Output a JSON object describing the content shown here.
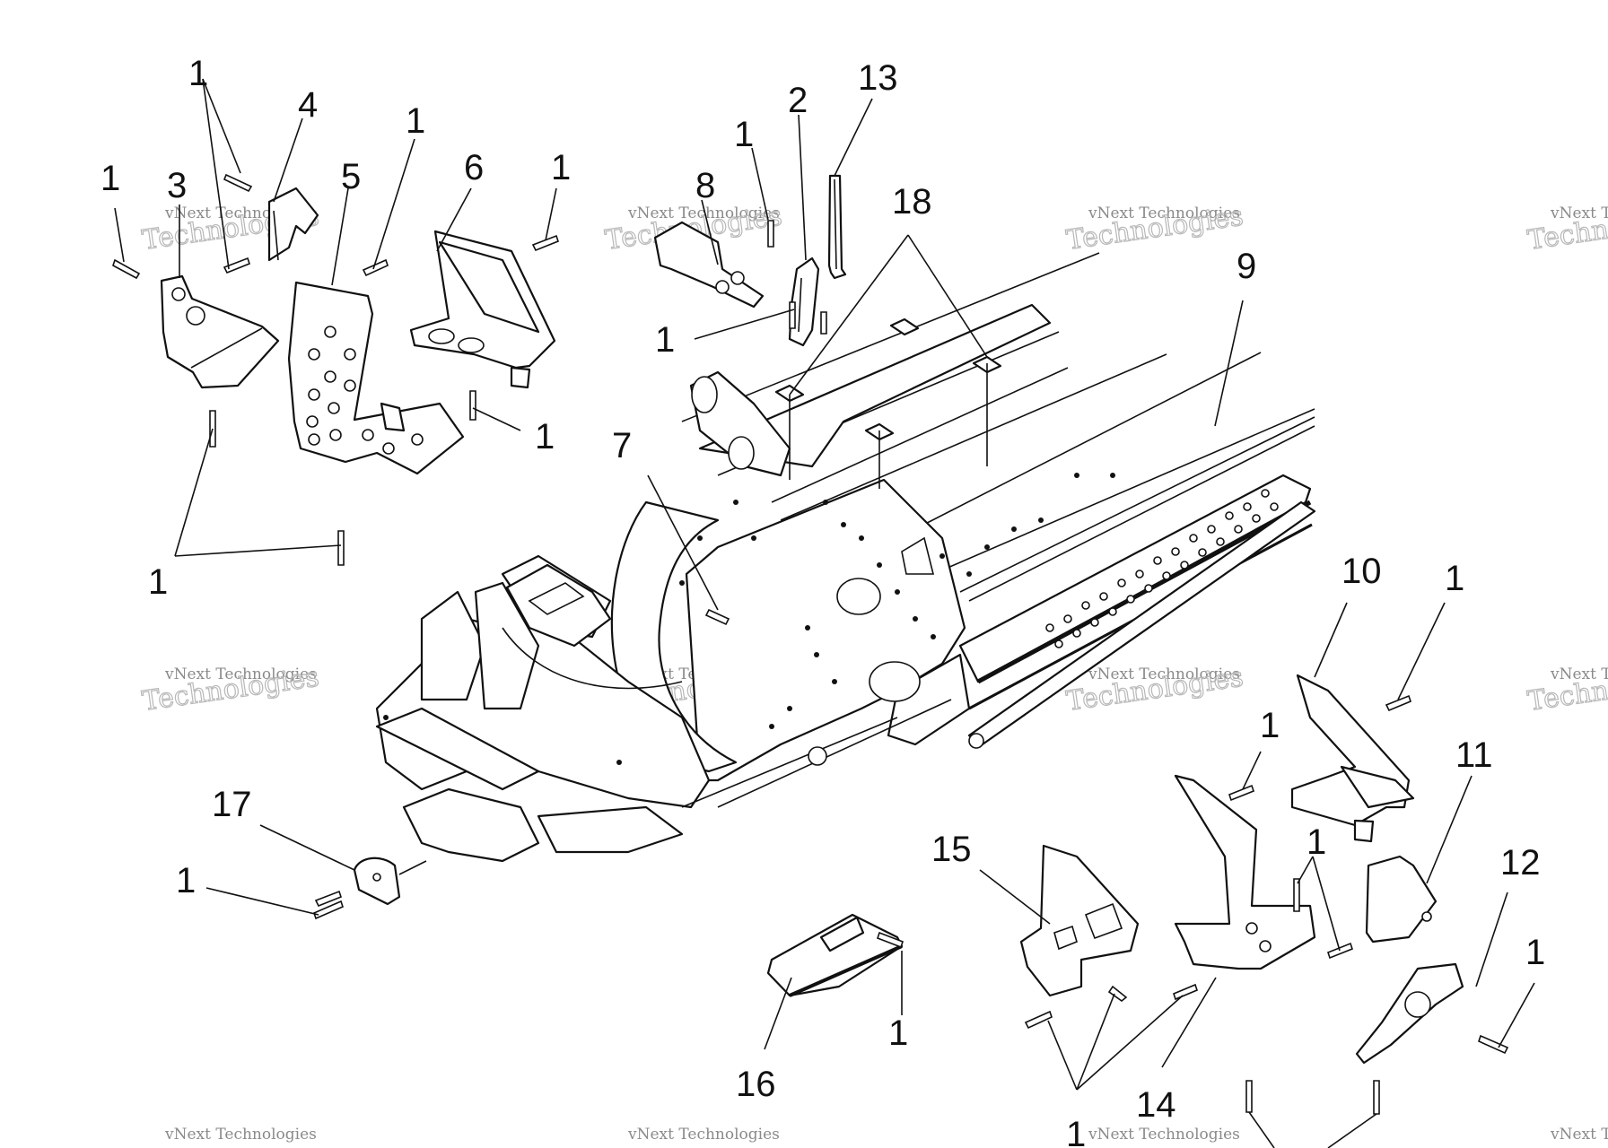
{
  "watermark": {
    "line1": "vNext Technologies",
    "line2": "Technologies"
  },
  "callouts": [
    {
      "id": "c-1-a",
      "text": "1"
    },
    {
      "id": "c-1-b",
      "text": "1"
    },
    {
      "id": "c-3",
      "text": "3"
    },
    {
      "id": "c-4",
      "text": "4"
    },
    {
      "id": "c-5",
      "text": "5"
    },
    {
      "id": "c-1-c",
      "text": "1"
    },
    {
      "id": "c-6",
      "text": "6"
    },
    {
      "id": "c-1-d",
      "text": "1"
    },
    {
      "id": "c-1-e",
      "text": "1"
    },
    {
      "id": "c-1-f",
      "text": "1"
    },
    {
      "id": "c-8",
      "text": "8"
    },
    {
      "id": "c-1-g",
      "text": "1"
    },
    {
      "id": "c-2",
      "text": "2"
    },
    {
      "id": "c-13",
      "text": "13"
    },
    {
      "id": "c-18",
      "text": "18"
    },
    {
      "id": "c-1-h",
      "text": "1"
    },
    {
      "id": "c-9",
      "text": "9"
    },
    {
      "id": "c-7",
      "text": "7"
    },
    {
      "id": "c-10",
      "text": "10"
    },
    {
      "id": "c-1-i",
      "text": "1"
    },
    {
      "id": "c-11",
      "text": "11"
    },
    {
      "id": "c-1-j",
      "text": "1"
    },
    {
      "id": "c-17",
      "text": "17"
    },
    {
      "id": "c-1-k",
      "text": "1"
    },
    {
      "id": "c-15",
      "text": "15"
    },
    {
      "id": "c-1-l",
      "text": "1"
    },
    {
      "id": "c-12",
      "text": "12"
    },
    {
      "id": "c-1-m",
      "text": "1"
    },
    {
      "id": "c-1-n",
      "text": "1"
    },
    {
      "id": "c-16",
      "text": "16"
    },
    {
      "id": "c-14",
      "text": "14"
    },
    {
      "id": "c-1-o",
      "text": "1"
    }
  ]
}
